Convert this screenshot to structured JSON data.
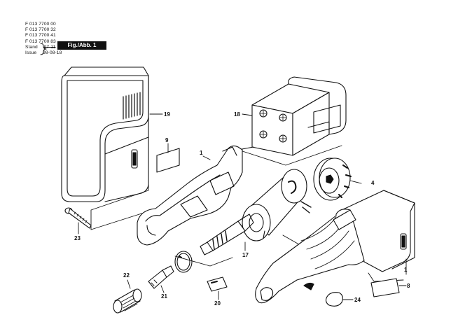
{
  "header": {
    "part_numbers": [
      "F 013 7700 00",
      "F 013 7700 32",
      "F 013 7700 41",
      "F 013 7700 83"
    ],
    "stand_label": "Stand",
    "stand_value": "97-11",
    "issue_label": "Issue",
    "issue_value": "98-08-18",
    "figure_badge": "Fig./Abb. 1"
  },
  "callouts": {
    "c19": "19",
    "c18": "18",
    "c9": "9",
    "c1a": "1",
    "c4": "4",
    "c23": "23",
    "c17": "17",
    "c1b": "1",
    "c22": "22",
    "c21": "21",
    "c20": "20",
    "c24": "24",
    "c8": "8"
  }
}
